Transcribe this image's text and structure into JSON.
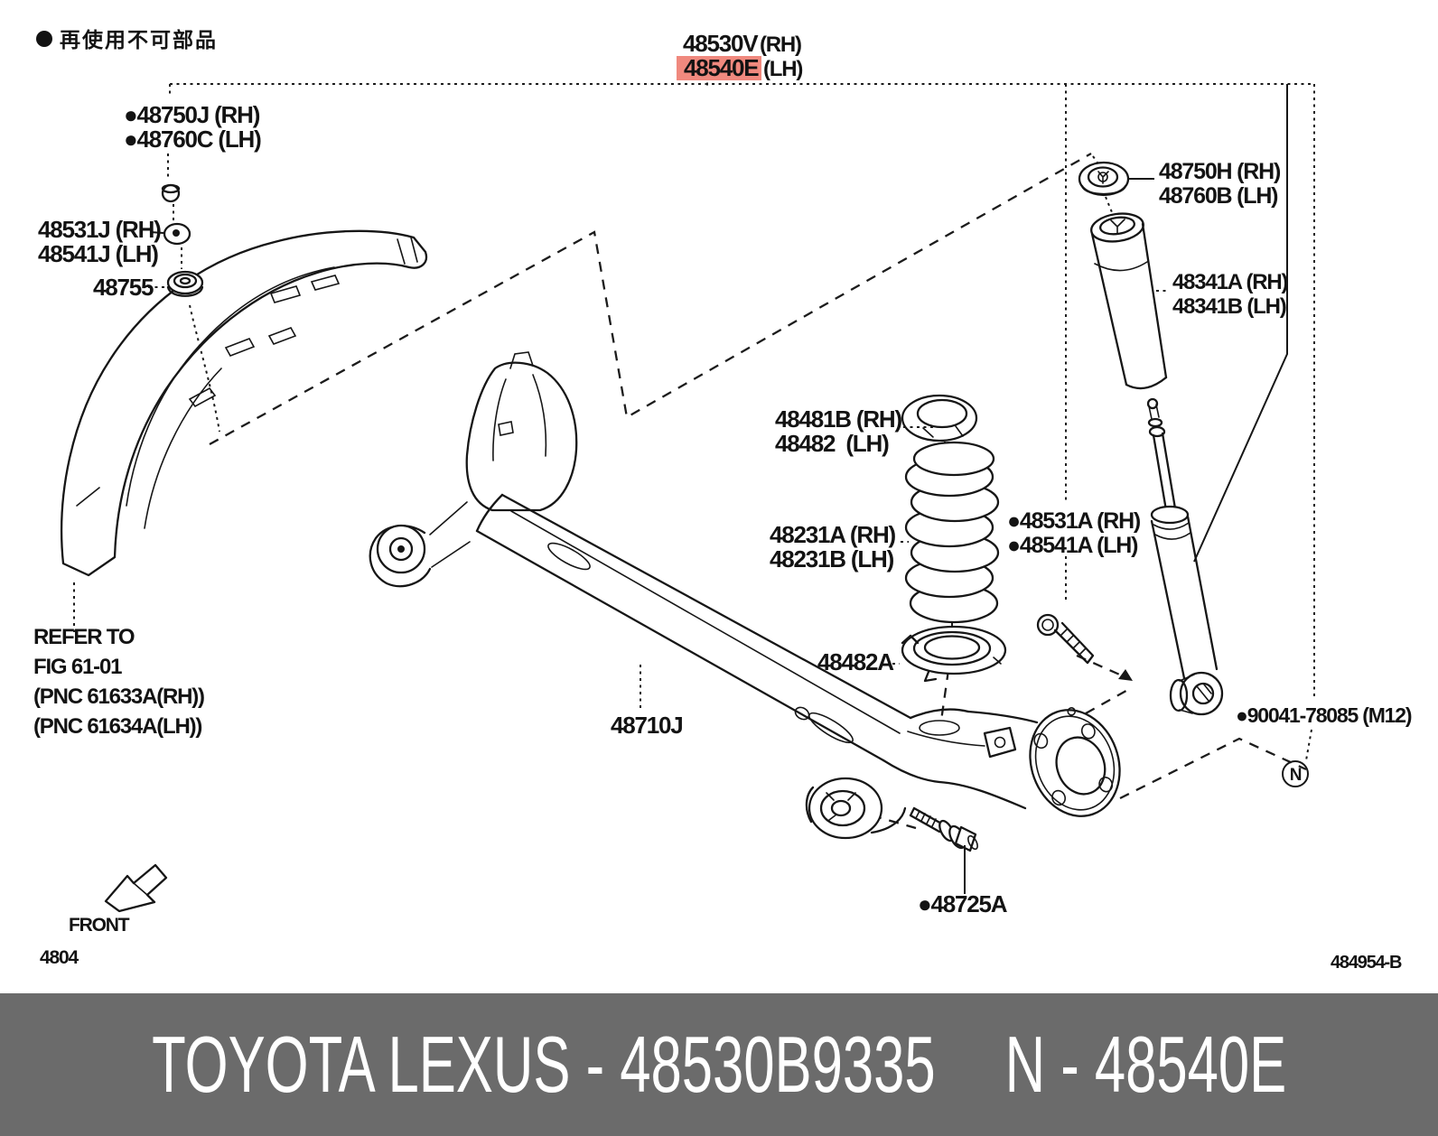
{
  "diagram": {
    "note": {
      "text": "再使用不可部品"
    },
    "assembly_callout": {
      "rh_code": "48530V",
      "rh_side": "(RH)",
      "lh_code": "48540E",
      "lh_side": "(LH)",
      "highlight_color": "#f0897e",
      "highlight_text_color": "#78150c"
    },
    "part_labels": {
      "p48750J": "●48750J (RH)",
      "p48760C": "●48760C (LH)",
      "p48531J": "48531J (RH)",
      "p48541J": "48541J (LH)",
      "p48755": "48755",
      "p48750H": "48750H (RH)",
      "p48760B": "48760B (LH)",
      "p48341A": "48341A (RH)",
      "p48341B": "48341B (LH)",
      "p48481B": "48481B (RH)",
      "p48482": "48482  (LH)",
      "p48231A": "48231A (RH)",
      "p48231B": "48231B (LH)",
      "p48531A": "●48531A (RH)",
      "p48541A": "●48541A (LH)",
      "p48482A": "48482A",
      "p48710J": "48710J",
      "p90041": "●90041-78085 (M12)",
      "p48725A": "●48725A"
    },
    "refer_note": {
      "line1": "REFER TO",
      "line2": "FIG 61-01",
      "line3": "(PNC 61633A(RH))",
      "line4": "(PNC 61634A(LH))"
    },
    "front_label": "FRONT",
    "nut_marker": "N",
    "page_code": "4804",
    "figure_code": "484954-B"
  },
  "banner": {
    "left": "TOYOTA LEXUS - 48530B9335",
    "right": "N - 48540E",
    "background": "#6b6b6b",
    "text_color": "#ffffff"
  }
}
